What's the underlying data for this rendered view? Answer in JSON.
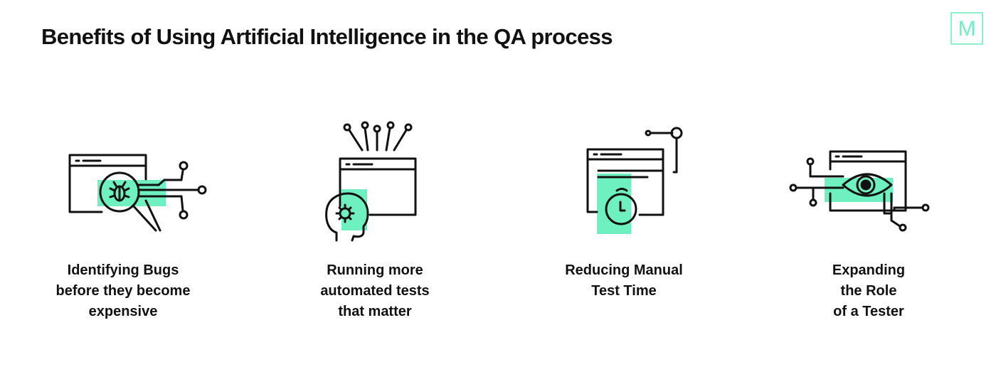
{
  "page": {
    "title": "Benefits of Using Artificial Intelligence in the QA process",
    "brand_letter": "M",
    "accent_color": "#6FF0C0",
    "ink_color": "#111111"
  },
  "benefits": [
    {
      "icon": "bug-magnifier-icon",
      "caption_lines": [
        "Identifying Bugs",
        "before they become",
        "expensive"
      ]
    },
    {
      "icon": "ai-head-gear-icon",
      "caption_lines": [
        "Running more",
        "automated tests",
        "that matter"
      ]
    },
    {
      "icon": "clock-window-icon",
      "caption_lines": [
        "Reducing Manual",
        "Test Time"
      ]
    },
    {
      "icon": "eye-window-icon",
      "caption_lines": [
        "Expanding",
        "the Role",
        "of a Tester"
      ]
    }
  ]
}
